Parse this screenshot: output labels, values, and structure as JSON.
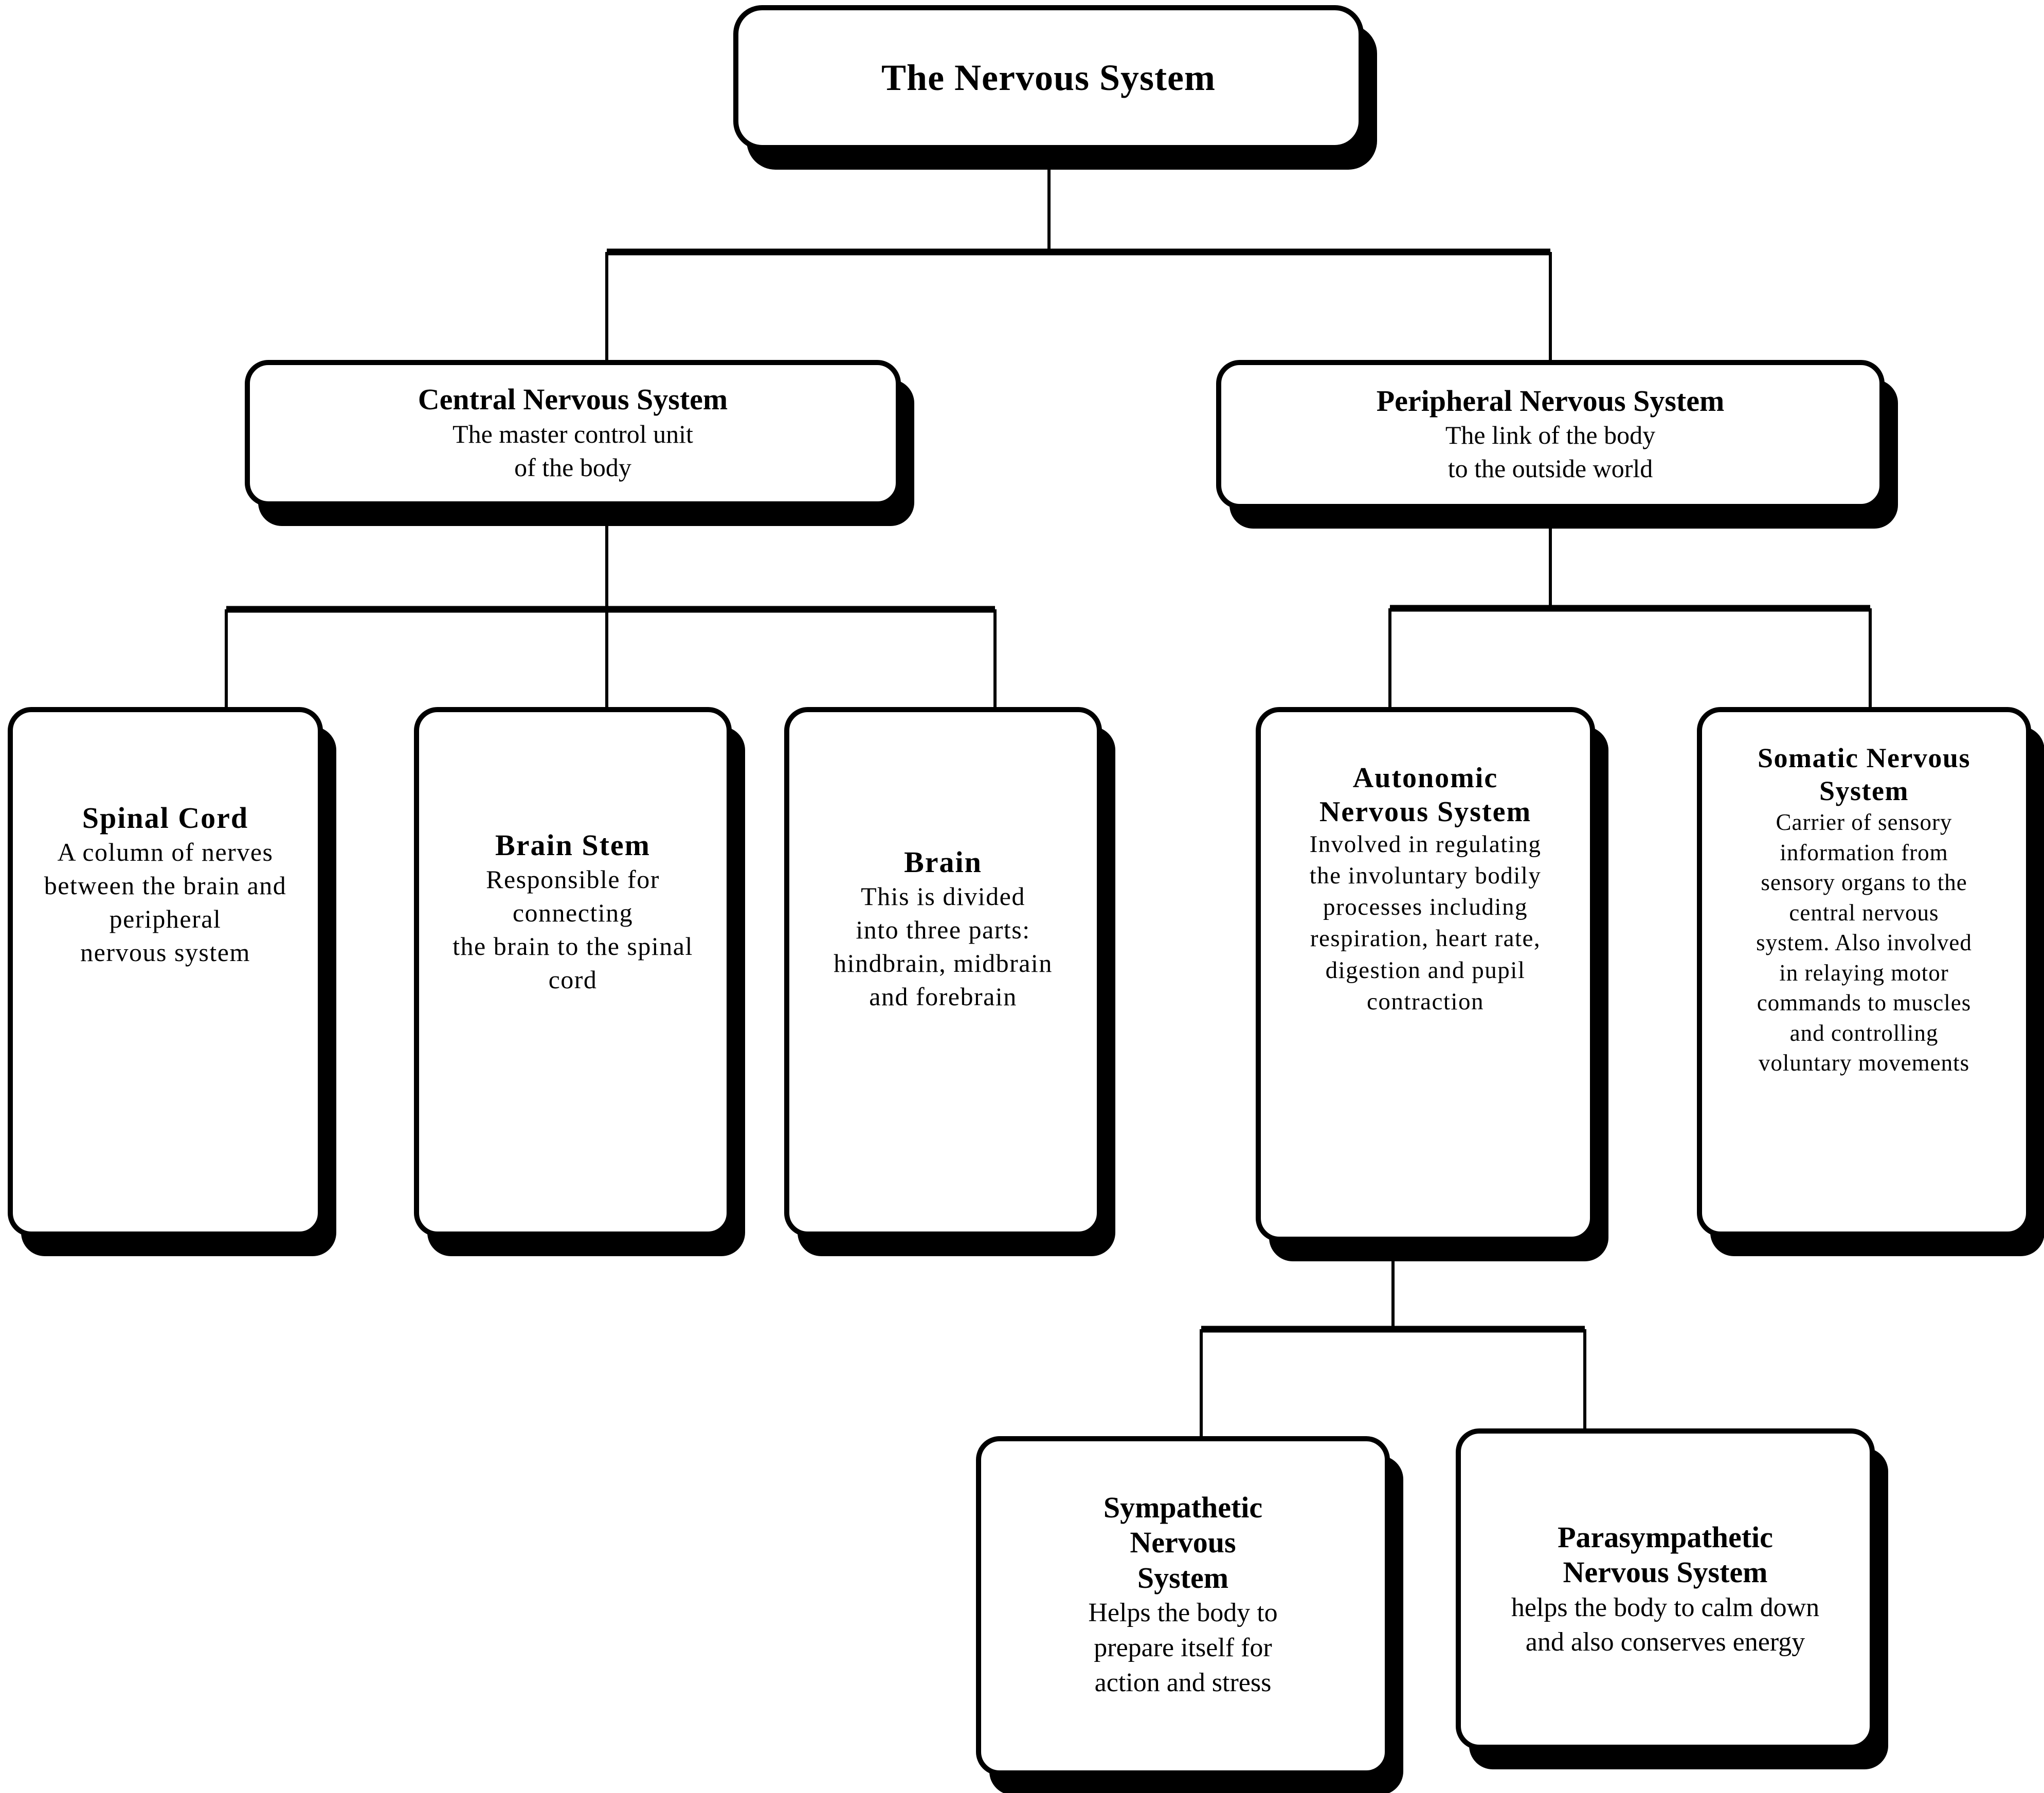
{
  "diagram": {
    "root": {
      "title": "The Nervous System"
    },
    "cns": {
      "title": "Central Nervous System",
      "description": "The master control unit\nof the body"
    },
    "pns": {
      "title": "Peripheral Nervous System",
      "description": "The link of the body\nto the outside world"
    },
    "spinal_cord": {
      "title": "Spinal Cord",
      "description": "A column of nerves\nbetween the brain and\nperipheral\nnervous system"
    },
    "brain_stem": {
      "title": "Brain Stem",
      "description": "Responsible for\nconnecting\nthe brain to the spinal\ncord"
    },
    "brain": {
      "title": "Brain",
      "description": "This is divided\ninto three parts:\nhindbrain, midbrain\nand forebrain"
    },
    "autonomic": {
      "title": "Autonomic\nNervous System",
      "description": "Involved in regulating\nthe involuntary bodily\nprocesses including\nrespiration, heart rate,\ndigestion and pupil\ncontraction"
    },
    "somatic": {
      "title": "Somatic Nervous\nSystem",
      "description": "Carrier of sensory\ninformation from\nsensory organs to the\ncentral nervous\nsystem. Also involved\nin relaying motor\ncommands to muscles\nand controlling\nvoluntary movements"
    },
    "sympathetic": {
      "title": "Sympathetic\nNervous\nSystem",
      "description": "Helps the body to\nprepare itself for\naction and stress"
    },
    "parasympathetic": {
      "title": "Parasympathetic\nNervous System",
      "description": "helps the body to calm down\nand also conserves energy"
    }
  },
  "colors": {
    "background": "#ffffff",
    "box_fill": "#ffffff",
    "box_border": "#000000",
    "box_shadow": "#000000",
    "connector": "#000000",
    "text": "#000000"
  }
}
